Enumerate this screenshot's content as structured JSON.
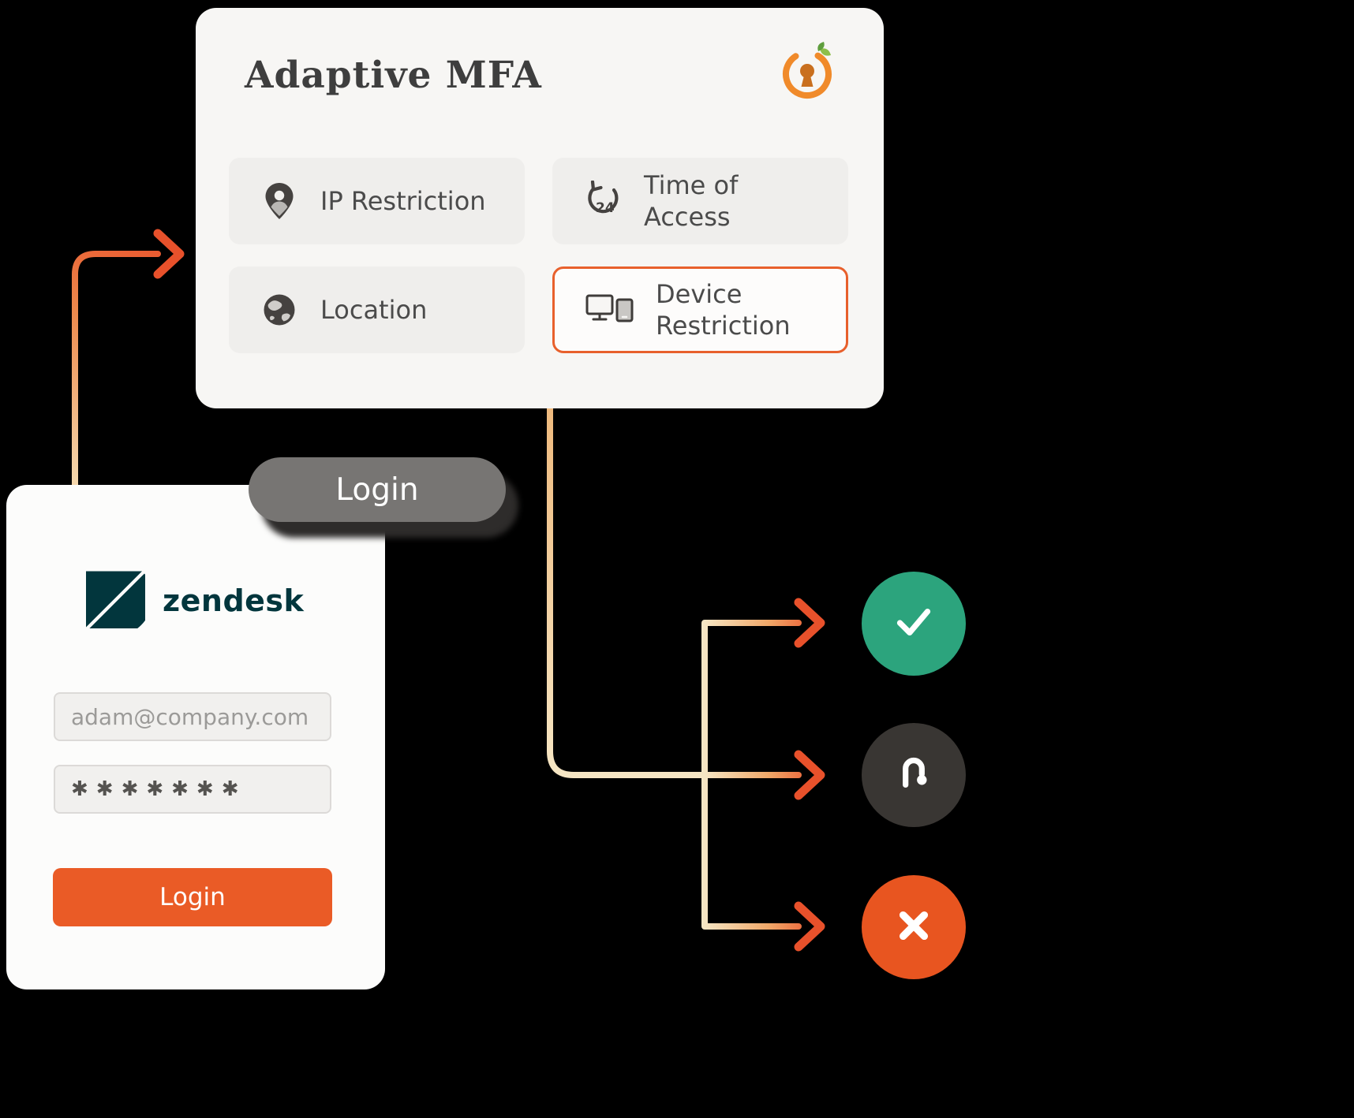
{
  "canvas": {
    "background": "#000000"
  },
  "mfa_card": {
    "title": "Adaptive MFA",
    "logo": "miniorange-logo",
    "highlight_color": "#E8602C",
    "features": [
      {
        "label": "IP Restriction",
        "icon": "ip-restriction-pin-icon",
        "highlighted": false
      },
      {
        "label": "Time of Access",
        "icon": "time-24-rotate-icon",
        "icon_text": "24",
        "highlighted": false
      },
      {
        "label": "Location",
        "icon": "globe-icon",
        "highlighted": false
      },
      {
        "label": "Device Restriction",
        "icon": "devices-icon",
        "highlighted": true
      }
    ]
  },
  "login_pill": {
    "label": "Login"
  },
  "zendesk_card": {
    "brand": "zendesk",
    "brand_color": "#02363D",
    "email_placeholder": "adam@company.com",
    "password_mask": "✱✱✱✱✱✱✱",
    "login_button": "Login",
    "button_color": "#EA5B26"
  },
  "outcomes": [
    {
      "name": "allow",
      "icon": "check-icon",
      "color": "#2CA47D"
    },
    {
      "name": "challenge-redirect",
      "icon": "uturn-arrow-icon",
      "color": "#393633"
    },
    {
      "name": "deny",
      "icon": "x-icon",
      "color": "#E85520"
    }
  ],
  "flow": {
    "arrow_color_start": "#F6E6C4",
    "arrow_color_end": "#E8512B"
  }
}
